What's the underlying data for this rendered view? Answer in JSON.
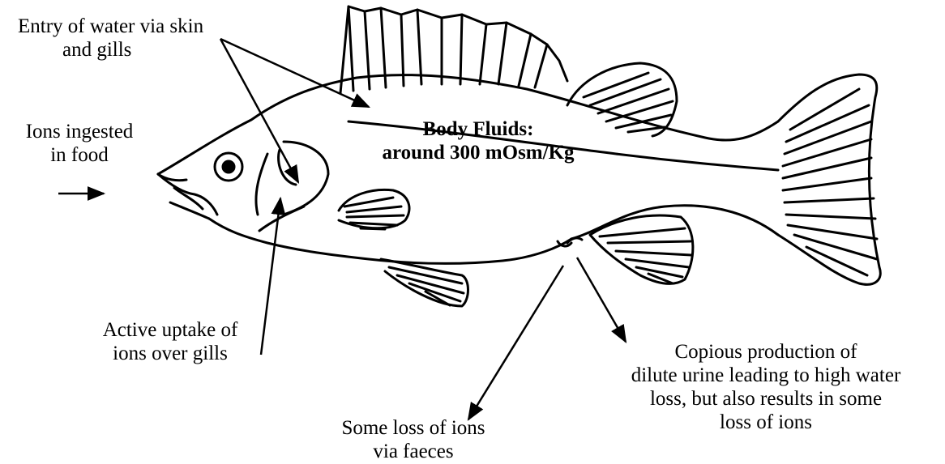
{
  "figure": {
    "labels": {
      "water_entry": [
        "Entry of water via skin",
        "and gills"
      ],
      "ions_ingested": [
        "Ions ingested",
        "in food"
      ],
      "body_fluids": [
        "Body Fluids:",
        "around 300 mOsm/Kg"
      ],
      "active_uptake": [
        "Active uptake of",
        "ions over gills"
      ],
      "copious_urine": [
        "Copious production of",
        "dilute urine leading to high water",
        "loss, but also results in some",
        "loss of ions"
      ],
      "faeces_loss": [
        "Some loss of ions",
        "via faeces"
      ]
    },
    "icons": [
      "fish-illustration",
      "arrow"
    ],
    "colors": {
      "ink": "#000000",
      "background": "#ffffff"
    }
  }
}
